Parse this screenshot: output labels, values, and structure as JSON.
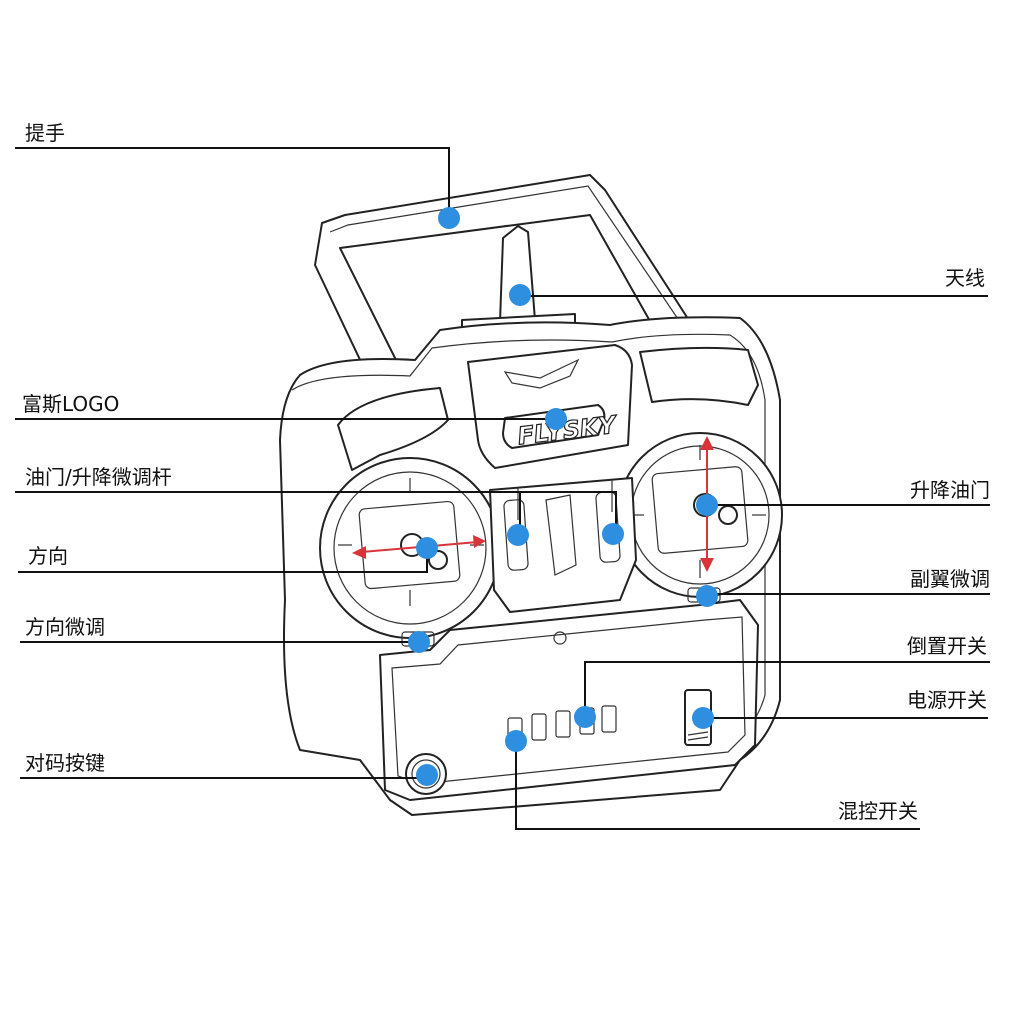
{
  "brand": {
    "logo_text": "FLYSKY"
  },
  "labels": {
    "handle": "提手",
    "antenna": "天线",
    "logo": "富斯LOGO",
    "throttle_elevator_trim": "油门/升降微调杆",
    "elevator_throttle": "升降油门",
    "rudder": "方向",
    "aileron_trim": "副翼微调",
    "rudder_trim": "方向微调",
    "reverse_switch": "倒置开关",
    "power_switch": "电源开关",
    "bind_button": "对码按键",
    "mix_switch": "混控开关"
  },
  "colors": {
    "marker": "#2e8fe0",
    "motion_arrow": "#d8343a",
    "line": "#111111"
  }
}
